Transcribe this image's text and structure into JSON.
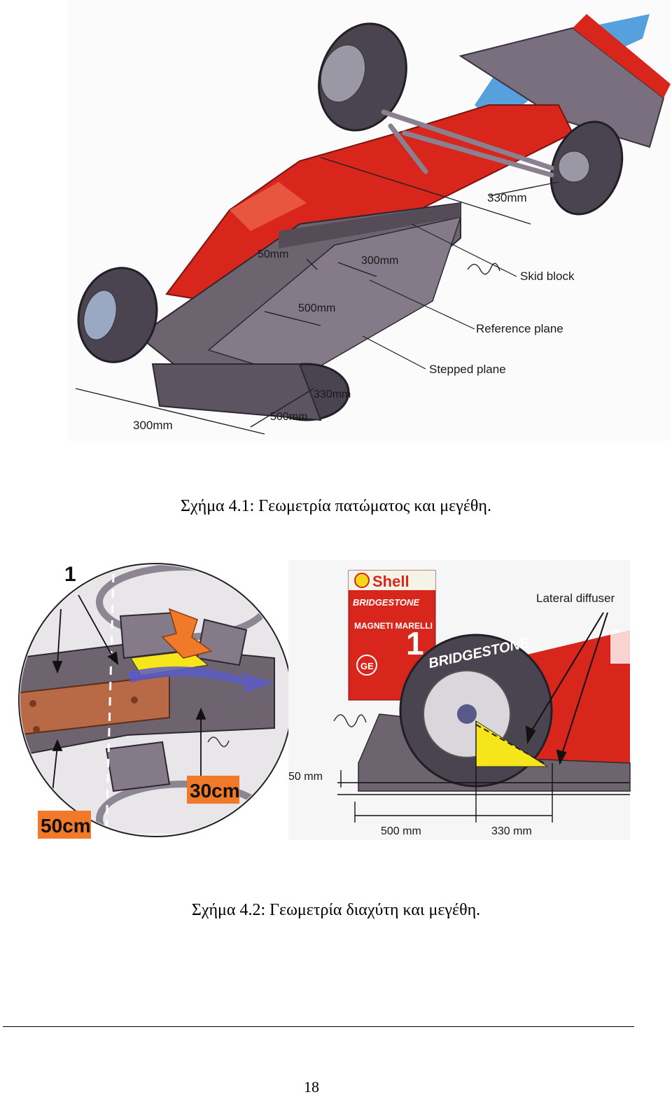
{
  "figure1": {
    "labels": {
      "rear_width": "330mm",
      "step_height": "50mm",
      "center_width": "300mm",
      "center_length": "500mm",
      "skid_block": "Skid block",
      "reference_plane": "Reference plane",
      "stepped_plane": "Stepped plane",
      "front_offset": "330mm",
      "front_width": "300mm",
      "front_length": "500mm"
    },
    "caption": "Σχήμα 4.1: Γεωμετρία πατώματος και μεγέθη."
  },
  "figure2": {
    "left_panel": {
      "marker": "1",
      "tag_upper": "30cm",
      "tag_lower": "50cm"
    },
    "right_panel": {
      "lateral_diffuser": "Lateral diffuser",
      "height_label": "50 mm",
      "length_front": "500 mm",
      "length_rear": "330 mm",
      "brand_shell": "Shell",
      "brand_bridgestone": "BRIDGESTONE",
      "brand_magneti": "MAGNETI MARELLI",
      "car_number": "1",
      "brand_ge": "GE",
      "tyre_text": "BRIDGESTONE"
    },
    "caption": "Σχήμα 4.2: Γεωμετρία διαχύτη και μεγέθη."
  },
  "footer": {
    "page_number": "18"
  },
  "colors": {
    "car_red": "#d8261c",
    "floor_grey": "#6e6470",
    "tyre_dark": "#4a4350",
    "highlight_yellow": "#f5e51a",
    "tag_orange": "#f07a2a",
    "airflow_blue": "#3a8fd8"
  }
}
